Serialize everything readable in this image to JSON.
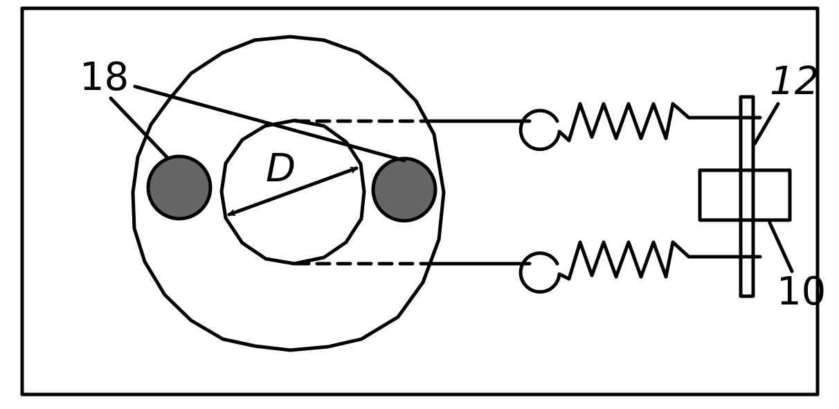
{
  "labels": {
    "ref_18": "18",
    "ref_12": "12",
    "ref_10": "10",
    "diameter": "D"
  },
  "colors": {
    "line": "#000000",
    "background": "#ffffff",
    "pin_fill": "#666666"
  }
}
